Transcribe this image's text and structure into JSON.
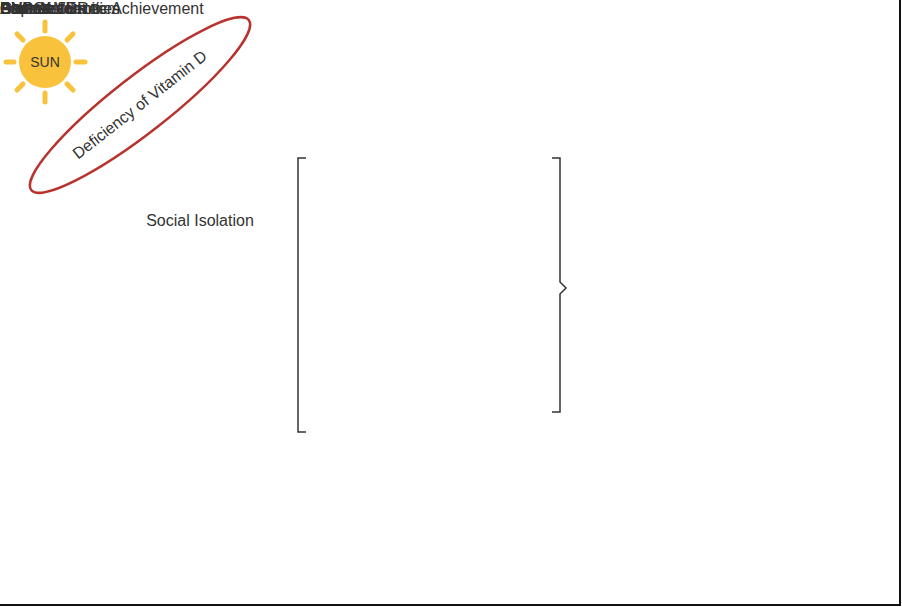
{
  "diagram": {
    "nodes": [
      {
        "text": [
          "SUN"
        ]
      },
      {
        "text": [
          "Deficiency of Vitamin D"
        ]
      },
      {
        "text": [
          "Social Isolation"
        ]
      },
      {
        "text": [
          "Depression"
        ]
      },
      {
        "text": [
          "Low Self Esteem"
        ]
      },
      {
        "text": [
          "Poor Academic Achievement"
        ]
      },
      {
        "text": [
          "OBESE CHILD"
        ]
      },
      {
        "text": [
          "Diabetes"
        ]
      },
      {
        "text": [
          "CVD"
        ]
      },
      {
        "text": [
          "Cancer"
        ]
      },
      {
        "text": [
          "Asthma"
        ]
      },
      {
        "text": [
          "Bone deformities"
        ]
      },
      {
        "text": [
          "SNP of VDR"
        ]
      }
    ],
    "edges": [
      {
        "from": 6,
        "to": 2,
        "arrow": "to"
      },
      {
        "from": 6,
        "to": 3,
        "arrow": "to"
      },
      {
        "from": 6,
        "to": 4,
        "arrow": "to"
      },
      {
        "from": 6,
        "to": 5,
        "arrow": "to"
      },
      {
        "from": 6,
        "to": 7,
        "arrow": "to"
      },
      {
        "from": 6,
        "to": 8,
        "arrow": "to"
      },
      {
        "from": 6,
        "to": 9,
        "arrow": "to"
      },
      {
        "from": 6,
        "to": 10,
        "arrow": "to"
      },
      {
        "from": 6,
        "to": 11,
        "arrow": "to"
      },
      {
        "from": 6,
        "to": 12,
        "arrow": "to"
      }
    ],
    "labels": [
      "PSYCHOSOCIAL CONSEQUENCES",
      "CLINICAL CONSEQUENCES"
    ]
  }
}
